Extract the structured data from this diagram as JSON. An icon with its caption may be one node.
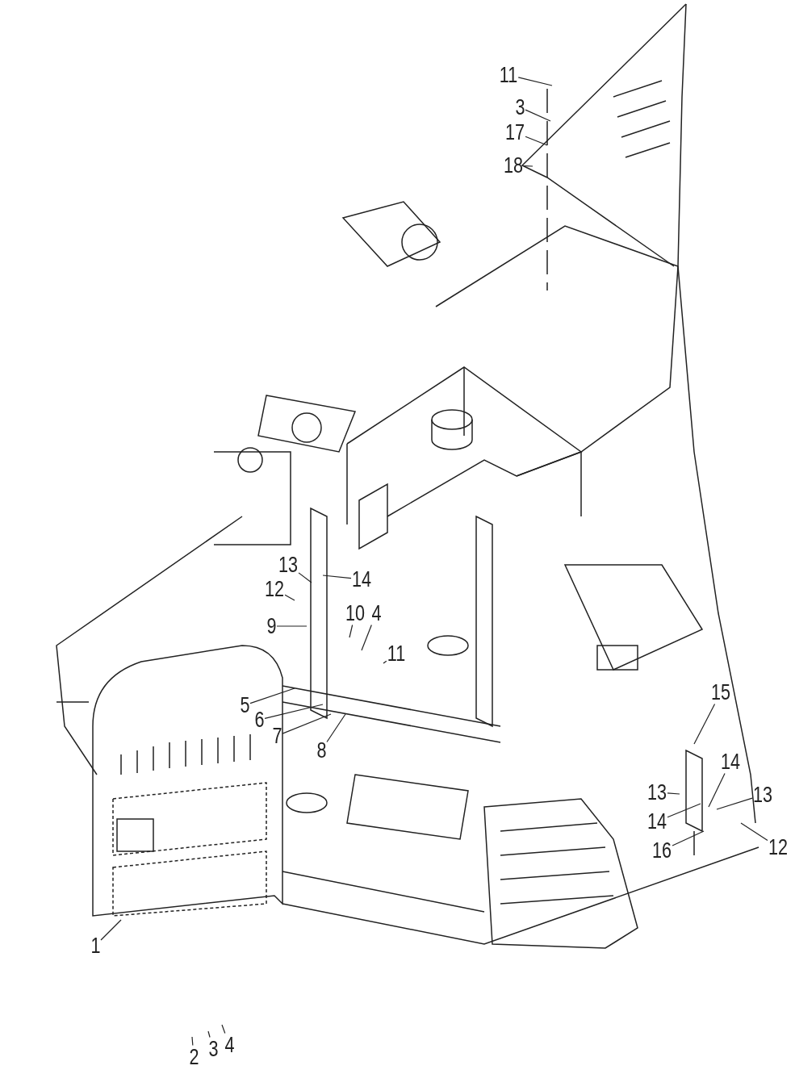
{
  "diagram": {
    "nodes": [
      {
        "text": [
          "11"
        ]
      },
      {
        "text": [
          "3"
        ]
      },
      {
        "text": [
          "17"
        ]
      },
      {
        "text": [
          "18"
        ]
      },
      {
        "text": [
          "13"
        ]
      },
      {
        "text": [
          "14"
        ]
      },
      {
        "text": [
          "12"
        ]
      },
      {
        "text": [
          "9"
        ]
      },
      {
        "text": [
          "10"
        ]
      },
      {
        "text": [
          "4"
        ]
      },
      {
        "text": [
          "11"
        ]
      },
      {
        "text": [
          "5"
        ]
      },
      {
        "text": [
          "6"
        ]
      },
      {
        "text": [
          "7"
        ]
      },
      {
        "text": [
          "8"
        ]
      },
      {
        "text": [
          "15"
        ]
      },
      {
        "text": [
          "14"
        ]
      },
      {
        "text": [
          "13"
        ]
      },
      {
        "text": [
          "13"
        ]
      },
      {
        "text": [
          "14"
        ]
      },
      {
        "text": [
          "16"
        ]
      },
      {
        "text": [
          "12"
        ]
      },
      {
        "text": [
          "1"
        ]
      },
      {
        "text": [
          "2"
        ]
      },
      {
        "text": [
          "3"
        ]
      },
      {
        "text": [
          "4"
        ]
      }
    ],
    "edges": [
      {
        "from": 0,
        "to": null,
        "arrow": "none"
      },
      {
        "from": 1,
        "to": null,
        "arrow": "none"
      },
      {
        "from": 2,
        "to": null,
        "arrow": "none"
      },
      {
        "from": 3,
        "to": null,
        "arrow": "none"
      },
      {
        "from": 4,
        "to": null,
        "arrow": "none"
      },
      {
        "from": 5,
        "to": null,
        "arrow": "none"
      },
      {
        "from": 6,
        "to": null,
        "arrow": "none"
      },
      {
        "from": 7,
        "to": null,
        "arrow": "none"
      },
      {
        "from": 8,
        "to": null,
        "arrow": "none"
      },
      {
        "from": 9,
        "to": null,
        "arrow": "none"
      },
      {
        "from": 10,
        "to": null,
        "arrow": "none"
      },
      {
        "from": 11,
        "to": null,
        "arrow": "none"
      },
      {
        "from": 12,
        "to": null,
        "arrow": "none"
      },
      {
        "from": 13,
        "to": null,
        "arrow": "none"
      },
      {
        "from": 14,
        "to": null,
        "arrow": "none"
      },
      {
        "from": 15,
        "to": null,
        "arrow": "none"
      },
      {
        "from": 16,
        "to": null,
        "arrow": "none"
      },
      {
        "from": 17,
        "to": null,
        "arrow": "none"
      },
      {
        "from": 18,
        "to": null,
        "arrow": "none"
      },
      {
        "from": 19,
        "to": null,
        "arrow": "none"
      },
      {
        "from": 20,
        "to": null,
        "arrow": "none"
      },
      {
        "from": 21,
        "to": null,
        "arrow": "none"
      },
      {
        "from": 22,
        "to": null,
        "arrow": "none"
      },
      {
        "from": 23,
        "to": null,
        "arrow": "none"
      },
      {
        "from": 24,
        "to": null,
        "arrow": "none"
      },
      {
        "from": 25,
        "to": null,
        "arrow": "none"
      }
    ]
  }
}
